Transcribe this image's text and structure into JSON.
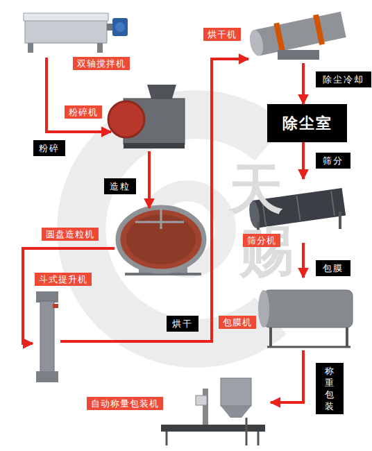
{
  "diagram": {
    "nodes": [
      {
        "text": [
          "双轴搅拌机"
        ]
      },
      {
        "text": [
          "粉碎机"
        ]
      },
      {
        "text": [
          "圆盘造粒机"
        ]
      },
      {
        "text": [
          "斗式提升机"
        ]
      },
      {
        "text": [
          "烘干机"
        ]
      },
      {
        "text": [
          "除尘室"
        ]
      },
      {
        "text": [
          "筛分机"
        ]
      },
      {
        "text": [
          "包膜机"
        ]
      },
      {
        "text": [
          "自动称量包装机"
        ]
      }
    ],
    "edges": [
      {
        "from": 0,
        "to": 1,
        "arrow": "to",
        "label": "粉碎"
      },
      {
        "from": 1,
        "to": 2,
        "arrow": "to",
        "label": "造粒"
      },
      {
        "from": 2,
        "to": 3,
        "arrow": "to"
      },
      {
        "from": 3,
        "to": 4,
        "arrow": "to",
        "label": "烘干"
      },
      {
        "from": 4,
        "to": 5,
        "arrow": "to",
        "label": "除尘冷却"
      },
      {
        "from": 5,
        "to": 6,
        "arrow": "to",
        "label": "筛分"
      },
      {
        "from": 6,
        "to": 7,
        "arrow": "to",
        "label": "包膜"
      },
      {
        "from": 7,
        "to": 8,
        "arrow": "to",
        "label": "称重 包装"
      }
    ],
    "labels": [
      "天",
      "赐"
    ]
  }
}
